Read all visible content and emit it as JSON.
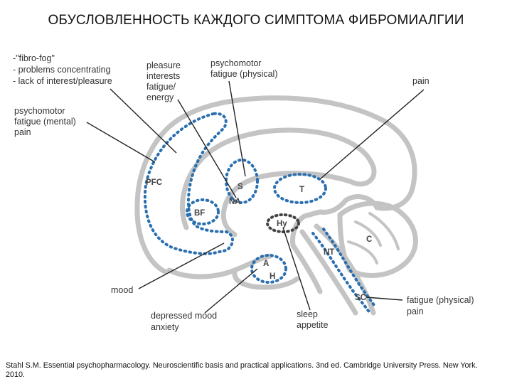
{
  "title": "ОБУСЛОВЛЕННОСТЬ КАЖДОГО СИМПТОМА ФИБРОМИАЛГИИ",
  "labels": {
    "fibro_fog": [
      "-\"fibro-fog\"",
      "- problems concentrating",
      "- lack of interest/pleasure"
    ],
    "pleasure": [
      "pleasure",
      "interests",
      "fatigue/",
      "energy"
    ],
    "psychomotor_physical": [
      "psychomotor",
      "fatigue (physical)"
    ],
    "pain_top": [
      "pain"
    ],
    "psychomotor_mental": [
      "psychomotor",
      "fatigue (mental)",
      "pain"
    ],
    "mood": [
      "mood"
    ],
    "depressed": [
      "depressed mood",
      "anxiety"
    ],
    "sleep": [
      "sleep",
      "appetite"
    ],
    "fatigue_physical": [
      "fatigue (physical)",
      "pain"
    ]
  },
  "regions": {
    "pfc": "PFC",
    "s": "S",
    "na": "NA",
    "t": "T",
    "bf": "BF",
    "hy": "Hy",
    "c": "C",
    "nt": "NT",
    "a": "A",
    "h": "H",
    "sc": "SC"
  },
  "citation": "Stahl S.M. Essential psychopharmacology. Neuroscientific basis and practical applications. 3nd ed. Cambridge University Press. New York. 2010.",
  "colors": {
    "brain_outline": "#c4c4c4",
    "dots": "#2a6fb0",
    "hypothalamus_dots": "#444444",
    "pointer_line": "#222222"
  }
}
